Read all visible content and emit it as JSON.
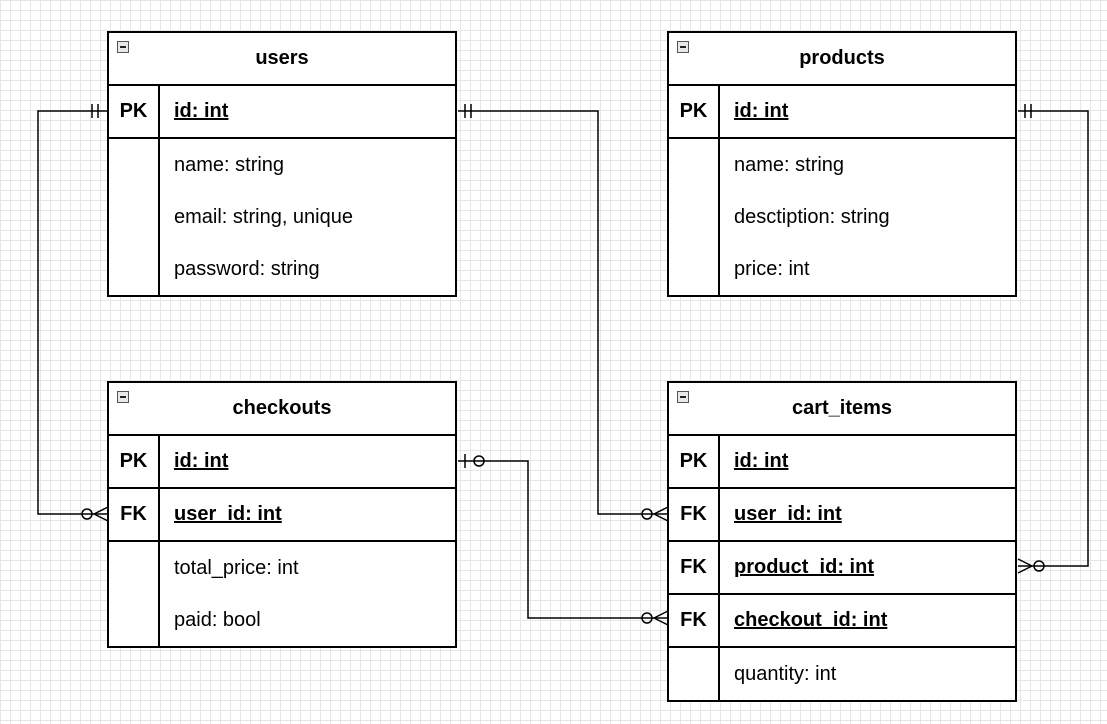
{
  "entities": {
    "users": {
      "title": "users",
      "keys": [
        {
          "type": "PK",
          "name": "id: int"
        }
      ],
      "fields": [
        "name: string",
        "email: string, unique",
        "password: string"
      ]
    },
    "products": {
      "title": "products",
      "keys": [
        {
          "type": "PK",
          "name": "id: int"
        }
      ],
      "fields": [
        "name: string",
        "desctiption: string",
        "price: int"
      ]
    },
    "checkouts": {
      "title": "checkouts",
      "keys": [
        {
          "type": "PK",
          "name": "id: int"
        },
        {
          "type": "FK",
          "name": "user_id: int"
        }
      ],
      "fields": [
        "total_price: int",
        "paid: bool"
      ]
    },
    "cart_items": {
      "title": "cart_items",
      "keys": [
        {
          "type": "PK",
          "name": "id: int"
        },
        {
          "type": "FK",
          "name": "user_id: int"
        },
        {
          "type": "FK",
          "name": "product_id: int"
        },
        {
          "type": "FK",
          "name": "checkout_id: int"
        }
      ],
      "fields": [
        "quantity: int"
      ]
    }
  },
  "relationships": [
    {
      "from": "users.id",
      "to": "checkouts.user_id",
      "from_end": "one-and-only-one",
      "to_end": "zero-or-many"
    },
    {
      "from": "users.id",
      "to": "cart_items.user_id",
      "from_end": "one-and-only-one",
      "to_end": "zero-or-many"
    },
    {
      "from": "products.id",
      "to": "cart_items.product_id",
      "from_end": "one-and-only-one",
      "to_end": "zero-or-many"
    },
    {
      "from": "checkouts.id",
      "to": "cart_items.checkout_id",
      "from_end": "zero-or-one",
      "to_end": "zero-or-many"
    }
  ]
}
